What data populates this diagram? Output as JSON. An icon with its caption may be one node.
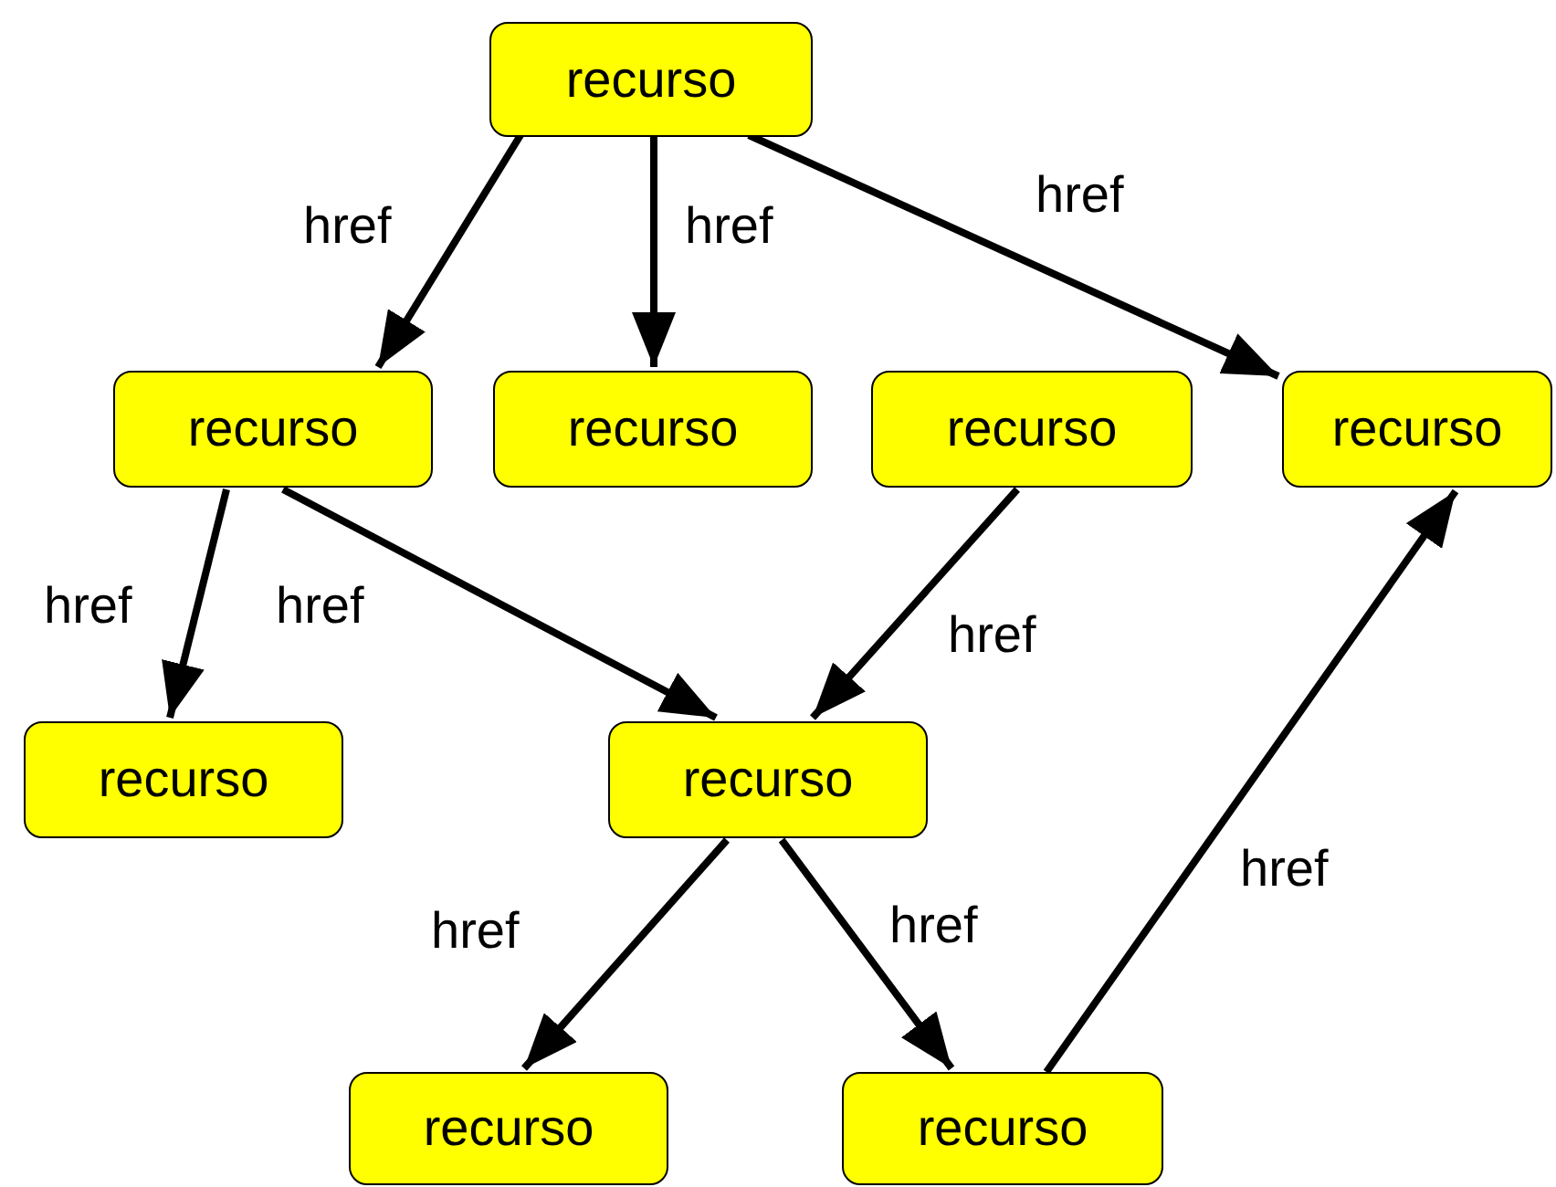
{
  "diagram": {
    "nodes": [
      {
        "text": [
          "recurso"
        ]
      },
      {
        "text": [
          "recurso"
        ]
      },
      {
        "text": [
          "recurso"
        ]
      },
      {
        "text": [
          "recurso"
        ]
      },
      {
        "text": [
          "recurso"
        ]
      },
      {
        "text": [
          "recurso"
        ]
      },
      {
        "text": [
          "recurso"
        ]
      },
      {
        "text": [
          "recurso"
        ]
      },
      {
        "text": [
          "recurso"
        ]
      }
    ],
    "edges": [
      {
        "from": 0,
        "to": 1,
        "arrow": "to",
        "label": "href"
      },
      {
        "from": 0,
        "to": 2,
        "arrow": "to",
        "label": "href"
      },
      {
        "from": 0,
        "to": 4,
        "arrow": "to",
        "label": "href"
      },
      {
        "from": 1,
        "to": 5,
        "arrow": "to",
        "label": "href"
      },
      {
        "from": 1,
        "to": 6,
        "arrow": "to",
        "label": "href"
      },
      {
        "from": 3,
        "to": 6,
        "arrow": "to",
        "label": "href"
      },
      {
        "from": 6,
        "to": 7,
        "arrow": "to",
        "label": "href"
      },
      {
        "from": 6,
        "to": 8,
        "arrow": "to",
        "label": "href"
      },
      {
        "from": 8,
        "to": 4,
        "arrow": "to",
        "label": "href"
      }
    ]
  }
}
